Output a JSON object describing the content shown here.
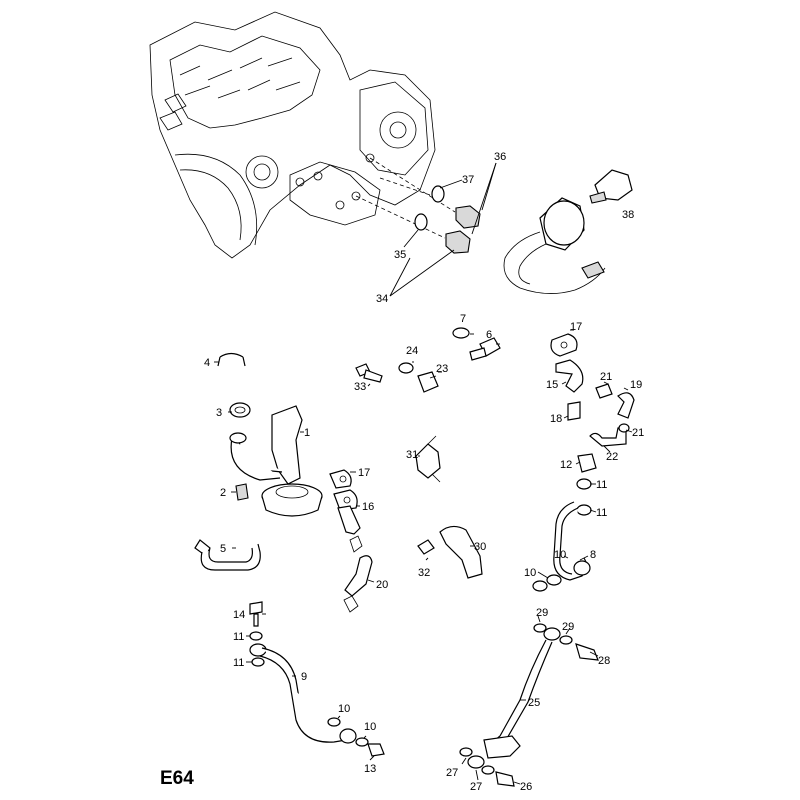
{
  "diagram_code": "E64",
  "callouts": {
    "n1": "1",
    "n2": "2",
    "n3": "3",
    "n4": "4",
    "n5": "5",
    "n6": "6",
    "n7": "7",
    "n8": "8",
    "n9": "9",
    "n10a": "10",
    "n10b": "10",
    "n10c": "10",
    "n10d": "10",
    "n11a": "11",
    "n11b": "11",
    "n11c": "11",
    "n11d": "11",
    "n12": "12",
    "n13": "13",
    "n14": "14",
    "n15": "15",
    "n16": "16",
    "n17a": "17",
    "n17b": "17",
    "n18": "18",
    "n19": "19",
    "n20": "20",
    "n21a": "21",
    "n21b": "21",
    "n22": "22",
    "n23": "23",
    "n24": "24",
    "n25": "25",
    "n26": "26",
    "n27a": "27",
    "n27b": "27",
    "n28": "28",
    "n29a": "29",
    "n29b": "29",
    "n30": "30",
    "n31": "31",
    "n32": "32",
    "n33": "33",
    "n34": "34",
    "n35": "35",
    "n36": "36",
    "n37": "37",
    "n38": "38"
  }
}
